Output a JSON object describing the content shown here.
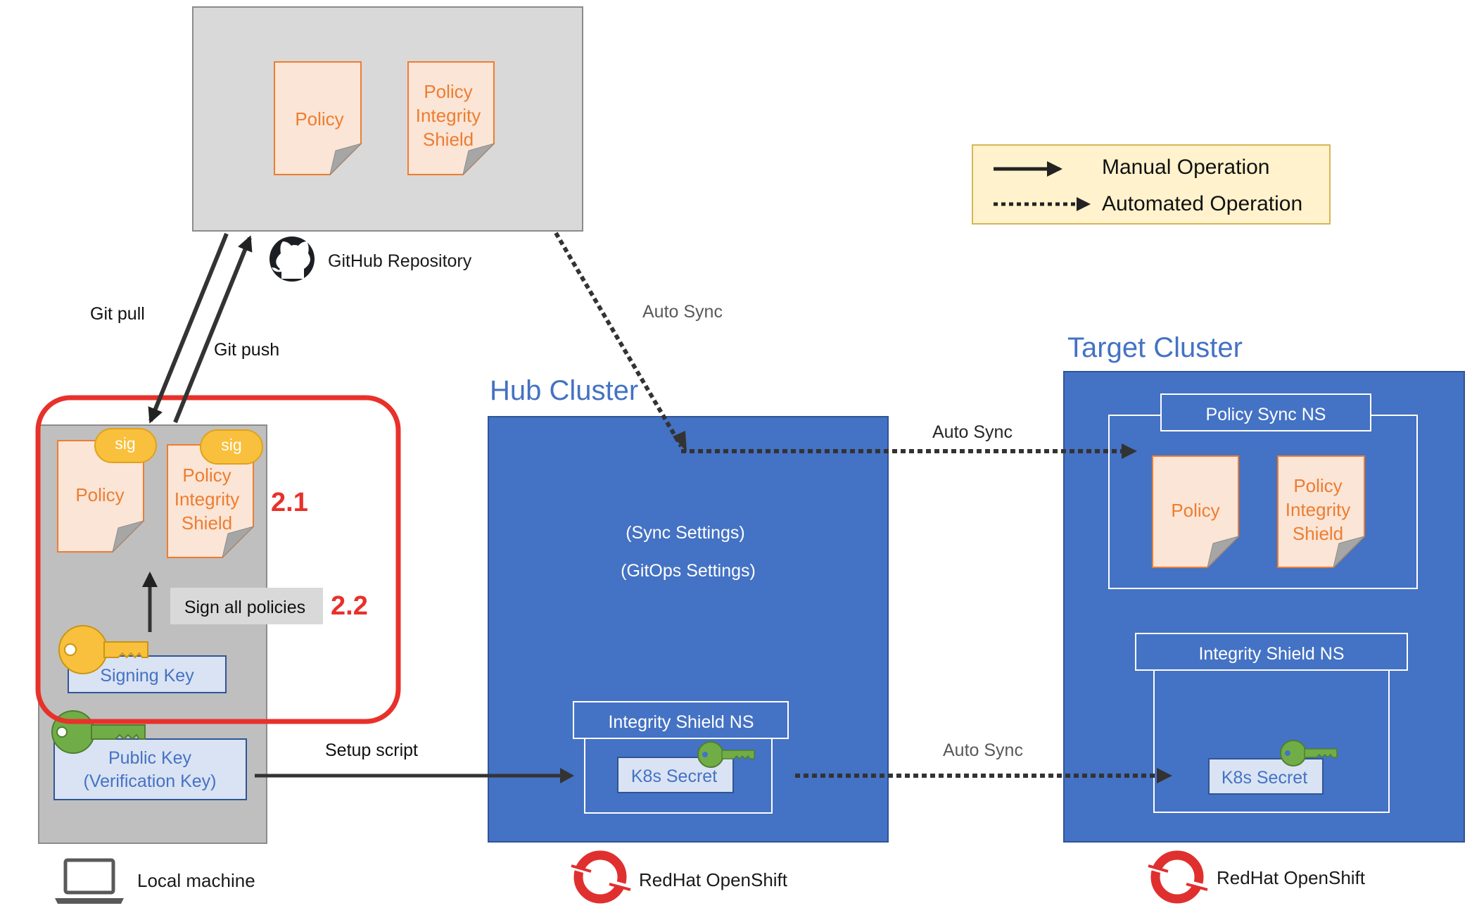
{
  "github": {
    "label": "GitHub Repository",
    "doc_policy": "Policy",
    "doc_pis": [
      "Policy",
      "Integrity",
      "Shield"
    ]
  },
  "legend": {
    "manual": "Manual Operation",
    "automated": "Automated Operation"
  },
  "edges": {
    "git_pull": "Git pull",
    "git_push": "Git push",
    "auto_sync_repo": "Auto Sync",
    "auto_sync_hub": "Auto Sync",
    "auto_sync_secret": "Auto Sync",
    "setup_script": "Setup script"
  },
  "local": {
    "label": "Local machine",
    "sig1": "sig",
    "sig2": "sig",
    "doc_policy": "Policy",
    "doc_pis": [
      "Policy",
      "Integrity",
      "Shield"
    ],
    "step_21": "2.1",
    "step_22": "2.2",
    "sign_all": "Sign all policies",
    "signing_key": "Signing Key",
    "public_key": [
      "Public Key",
      "(Verification Key)"
    ]
  },
  "hub": {
    "title": "Hub Cluster",
    "sync_settings": "(Sync Settings)",
    "gitops_settings": "(GitOps Settings)",
    "ns_label": "Integrity Shield NS",
    "secret": "K8s Secret",
    "platform": "RedHat OpenShift"
  },
  "target": {
    "title": "Target Cluster",
    "policy_sync_ns": "Policy Sync NS",
    "doc_policy": "Policy",
    "doc_pis": [
      "Policy",
      "Integrity",
      "Shield"
    ],
    "ns_label": "Integrity Shield NS",
    "secret": "K8s Secret",
    "platform": "RedHat OpenShift"
  },
  "colors": {
    "cluster_blue": "#4472c4",
    "title_blue": "#4472c4",
    "doc_fill": "#fbe5d6",
    "doc_stroke": "#ed7d31",
    "doc_text": "#ed7d31",
    "sig_fill": "#f8c03c",
    "key_yellow": "#f8c03c",
    "key_green": "#70ad47",
    "highlight_red": "#e8312a",
    "legend_fill": "#fff2cc",
    "legend_stroke": "#d6b656",
    "repo_fill": "#d9d9d9",
    "local_fill": "#bfbfbf",
    "light_box": "#dae3f3",
    "arrow": "#404040"
  }
}
